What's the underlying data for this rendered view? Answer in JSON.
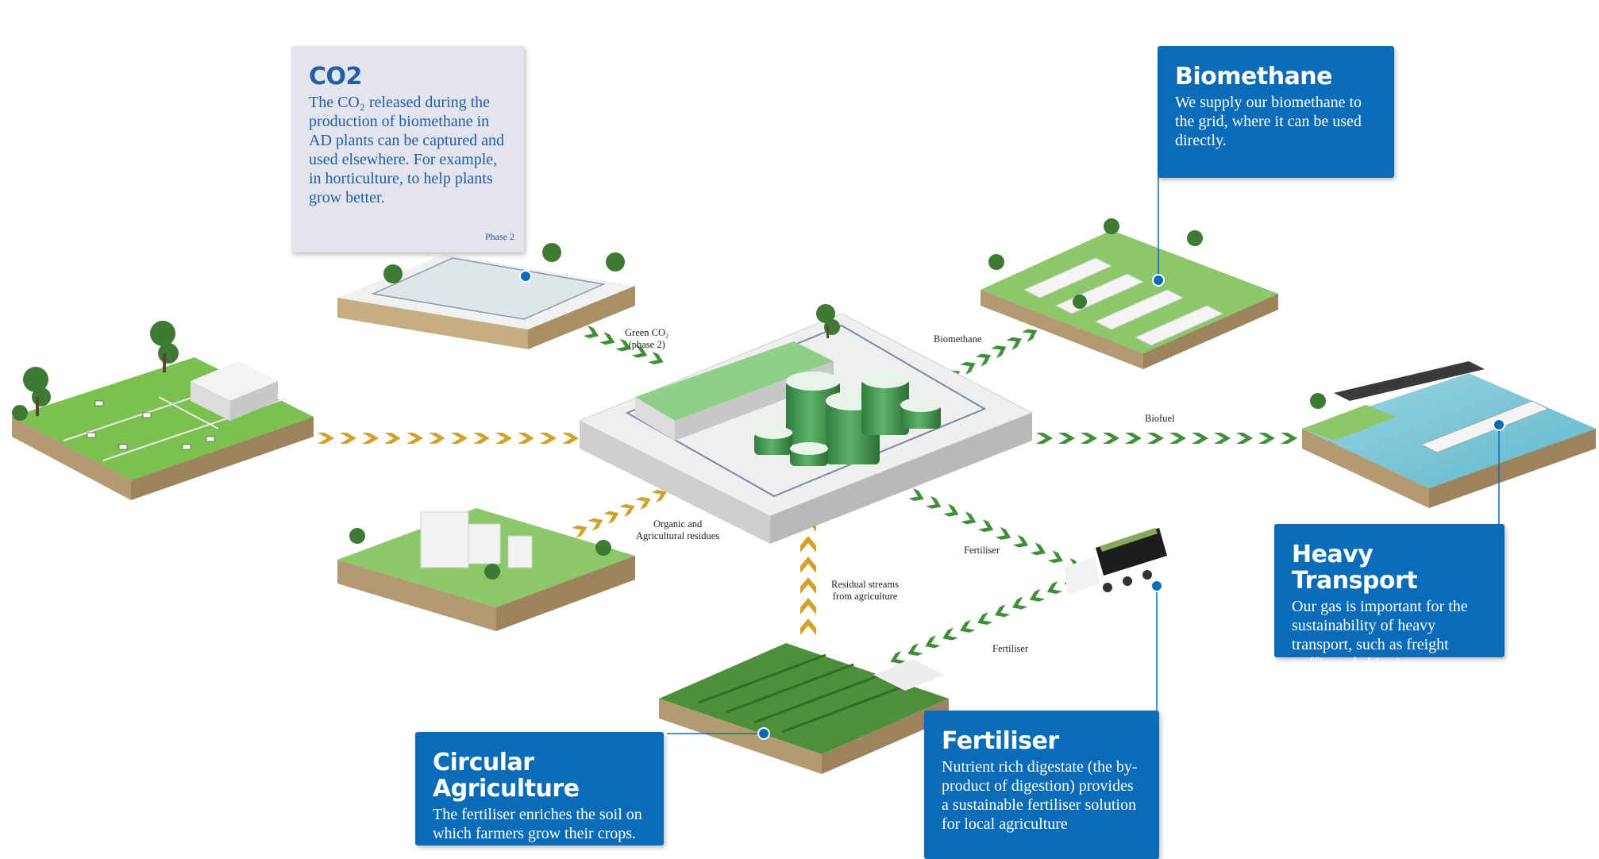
{
  "boxes": {
    "co2": {
      "title": "CO2",
      "text": "The CO₂ released during the production of biomethane in AD plants can be captured and used elsewhere. For example, in horticulture, to help plants grow better.",
      "note": "Phase 2"
    },
    "biomethane": {
      "title": "Biomethane",
      "text": "We supply our biomethane to the grid, where it can be used directly."
    },
    "heavy_transport": {
      "title": "Heavy Transport",
      "text": "Our gas is important for the sustainability of heavy transport, such as freight traffic and shipping."
    },
    "circular_agriculture": {
      "title": "Circular Agriculture",
      "text": "The fertiliser enriches the soil on which farmers grow their crops."
    },
    "fertiliser": {
      "title": "Fertiliser",
      "text": "Nutrient rich digestate (the by-product of digestion) provides a sustainable fertiliser solution for local agriculture"
    }
  },
  "flow_labels": {
    "green_co2": "Green CO₂\n(phase 2)",
    "biomethane": "Biomethane",
    "biofuel": "Biofuel",
    "organic": "Organic and\nAgricultural residues",
    "residual": "Residual streams\nfrom agriculture",
    "fertiliser_1": "Fertiliser",
    "fertiliser_2": "Fertiliser"
  },
  "colors": {
    "box_blue": "#0a6cb9",
    "box_grey": "#e4e4ee",
    "arrow_green": "#3f8f3a",
    "arrow_gold": "#d3a12a",
    "grass": "#6fb34a",
    "soil": "#b49a72",
    "water": "#7fc9d8",
    "tank": "#3f9a4f"
  }
}
